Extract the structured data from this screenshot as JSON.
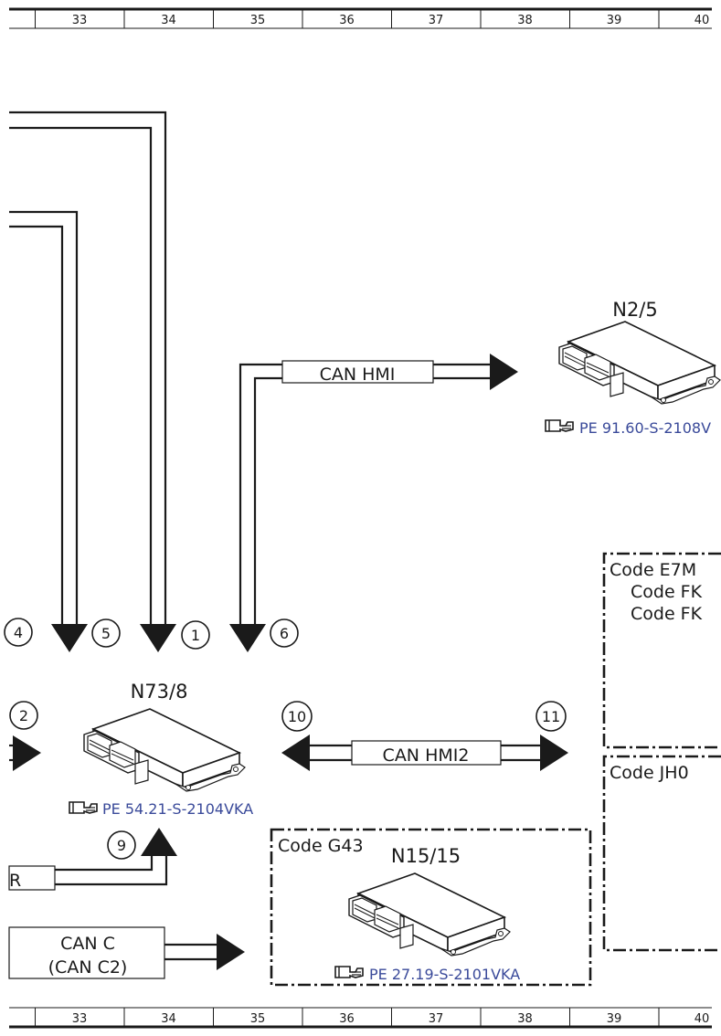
{
  "ruler_top": [
    "33",
    "34",
    "35",
    "36",
    "37",
    "38",
    "39",
    "40"
  ],
  "ruler_bottom": [
    "33",
    "34",
    "35",
    "36",
    "37",
    "38",
    "39",
    "40"
  ],
  "modules": {
    "n73_8": {
      "label": "N73/8",
      "ref": "PE 54.21-S-2104VKA"
    },
    "n2_5": {
      "label": "N2/5",
      "ref": "PE 91.60-S-2108V"
    },
    "n15_15": {
      "label": "N15/15",
      "ref": "PE 27.19-S-2101VKA"
    }
  },
  "buses": {
    "can_hmi": "CAN HMI",
    "can_hmi2": "CAN HMI2",
    "can_c_line1": "CAN C",
    "can_c_line2": "(CAN C2)",
    "r_label": "R"
  },
  "codes": {
    "g43": "Code G43",
    "e7m": "Code E7M",
    "fk1": "Code FK",
    "fk2": "Code FK",
    "jh0": "Code JH0"
  },
  "markers": {
    "m1": "1",
    "m2": "2",
    "m4": "4",
    "m5": "5",
    "m6": "6",
    "m9": "9",
    "m10": "10",
    "m11": "11"
  }
}
